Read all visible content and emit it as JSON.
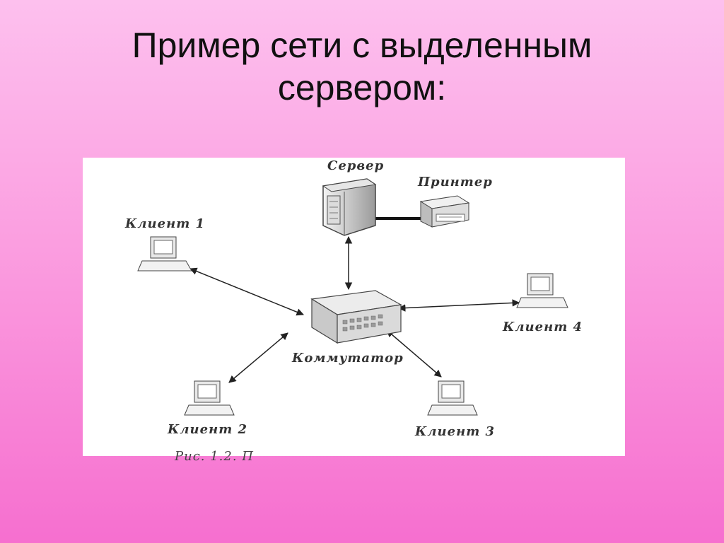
{
  "slide": {
    "title_line1": "Пример сети с выделенным",
    "title_line2": "сервером:"
  },
  "diagram": {
    "nodes": {
      "server": "Сервер",
      "printer": "Принтер",
      "switch": "Коммутатор",
      "client1": "Клиент 1",
      "client2": "Клиент 2",
      "client3": "Клиент 3",
      "client4": "Клиент 4"
    },
    "caption_fragment": "Рис. 1.2. П"
  }
}
